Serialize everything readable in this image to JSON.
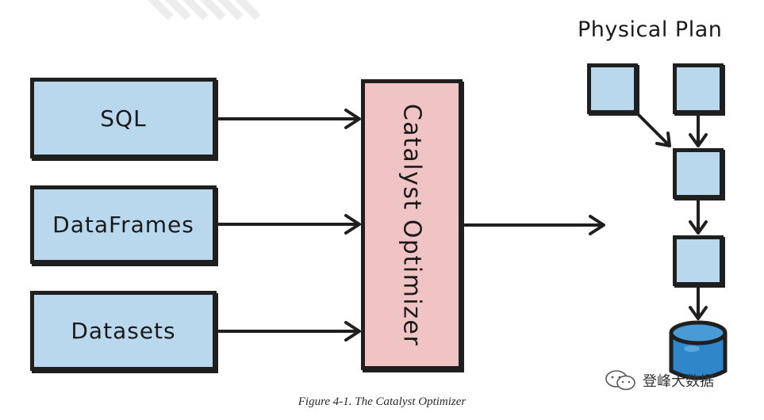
{
  "diagram": {
    "inputs": [
      {
        "id": "sql",
        "label": "SQL"
      },
      {
        "id": "dataframes",
        "label": "DataFrames"
      },
      {
        "id": "datasets",
        "label": "Datasets"
      }
    ],
    "optimizer": {
      "label": "Catalyst Optimizer"
    },
    "physical_plan": {
      "title": "Physical Plan"
    },
    "caption": "Figure 4-1. The Catalyst Optimizer",
    "watermark": "登峰大数据",
    "colors": {
      "input_fill": "#b9d8ee",
      "optimizer_fill": "#f0c3c5",
      "database_fill": "#2f86c9",
      "stroke": "#1f1f1f"
    }
  }
}
